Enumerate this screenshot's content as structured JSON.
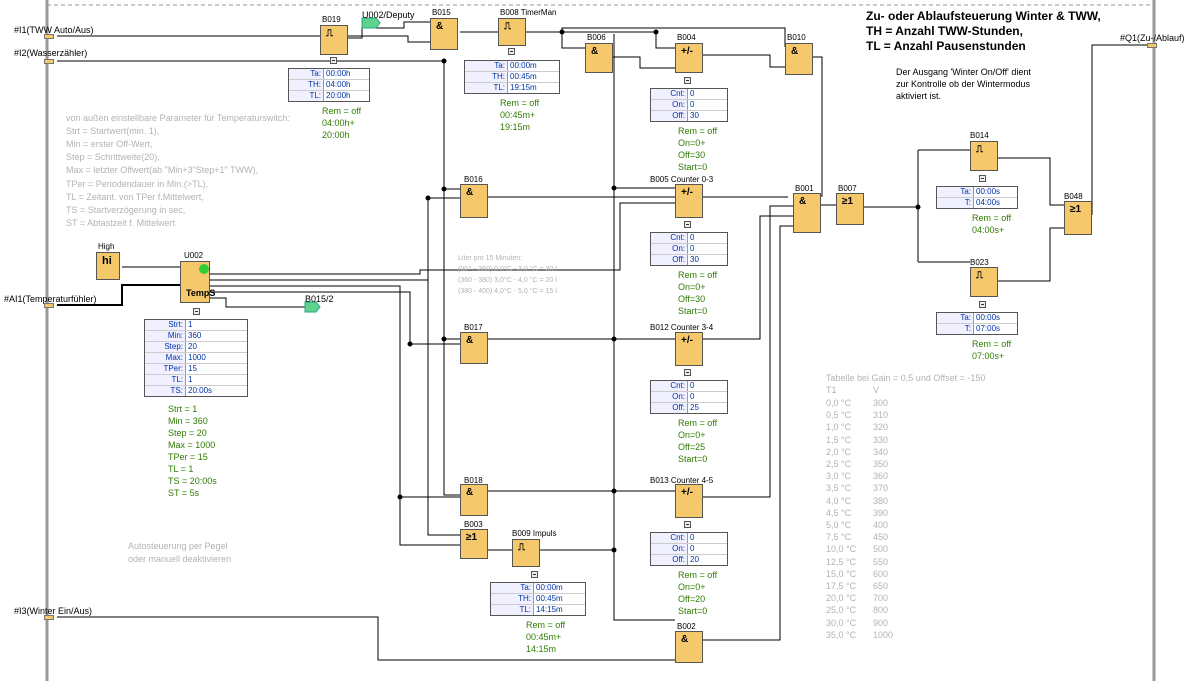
{
  "title": {
    "line1": "Zu- oder Ablaufsteuerung Winter & TWW,",
    "line2": "TH = Anzahl TWW-Stunden,",
    "line3": "TL = Anzahl Pausenstunden"
  },
  "note": {
    "line1": "Der Ausgang 'Winter On/Off' dient",
    "line2": "zur Kontrolle ob der Wintermodus",
    "line3": "aktiviert ist."
  },
  "inputs": {
    "i1": "#I1(TWW Auto/Aus)",
    "i2": "#I2(Wasserzähler)",
    "ai1": "#AI1(Temperaturfühler)",
    "i3": "#I3(Winter Ein/Aus)",
    "q1": "#Q1(Zu-/Ablauf)"
  },
  "blocks": {
    "b019": "B019",
    "u002dep": "U002/Deputy",
    "b015": "B015",
    "b008": "B008 TimerMan",
    "b006": "B006",
    "b004": "B004",
    "b010": "B010",
    "b016": "B016",
    "b005": "B005 Counter 0-3",
    "b001": "B001",
    "b007": "B007",
    "b014": "B014",
    "b048": "B048",
    "b023": "B023",
    "high": "High",
    "hi": "hi",
    "u002": "U002",
    "temps": "TempS",
    "b015_2": "B015/2",
    "b017": "B017",
    "b012": "B012 Counter 3-4",
    "b018": "B018",
    "b013": "B013 Counter 4-5",
    "b003": "B003",
    "b009": "B009 Impuls",
    "b002": "B002"
  },
  "params_text": {
    "header": "von außen einstellbare Parameter für Temperaturswitch:",
    "l1": "Strt = Startwert(min. 1),",
    "l2": "Min  = erster Off-Wert,",
    "l3": "Step = Schrittweite(20),",
    "l4": "Max  = letzter Offwert(ab \"Min+3\"Step+1\" TWW),",
    "l5": "TPer = Periodendauer in Min.(>TL),",
    "l6": "TL   = Zeitant. von TPer f.Mittelwert,",
    "l7": "TS   = Startverzögerung in sec,",
    "l8": "ST   = Abtastzeit f. Mittelwert"
  },
  "liter_text": {
    "l1": "Liter pro 15 Minuten:",
    "l2": "(001 - 360) 0,0°C - 3,0 °C =  30 l",
    "l3": "(360 - 380) 3,0°C - 4,0 °C =  20 l",
    "l4": "(380 - 400) 4,0°C - 5,0 °C =  15 l"
  },
  "auto_text": {
    "l1": "Autosteuerung per Pegel",
    "l2": "oder manuell deaktivieren"
  },
  "b019_params": [
    {
      "k": "Ta:",
      "v": "00:00h"
    },
    {
      "k": "TH:",
      "v": "04:00h"
    },
    {
      "k": "TL:",
      "v": "20:00h"
    }
  ],
  "b019_status": {
    "l1": "Rem = off",
    "l2": "04:00h+",
    "l3": "20:00h"
  },
  "b008_params": [
    {
      "k": "Ta:",
      "v": "00:00m"
    },
    {
      "k": "TH:",
      "v": "00:45m"
    },
    {
      "k": "TL:",
      "v": "19:15m"
    }
  ],
  "b008_status": {
    "l1": "Rem = off",
    "l2": "00:45m+",
    "l3": "19:15m"
  },
  "b004_params": [
    {
      "k": "Cnt:",
      "v": "0"
    },
    {
      "k": "On:",
      "v": "0"
    },
    {
      "k": "Off:",
      "v": "30"
    }
  ],
  "b004_status": {
    "l1": "Rem = off",
    "l2": "On=0+",
    "l3": "Off=30",
    "l4": "Start=0"
  },
  "b005_params": [
    {
      "k": "Cnt:",
      "v": "0"
    },
    {
      "k": "On:",
      "v": "0"
    },
    {
      "k": "Off:",
      "v": "30"
    }
  ],
  "b005_status": {
    "l1": "Rem = off",
    "l2": "On=0+",
    "l3": "Off=30",
    "l4": "Start=0"
  },
  "b012_params": [
    {
      "k": "Cnt:",
      "v": "0"
    },
    {
      "k": "On:",
      "v": "0"
    },
    {
      "k": "Off:",
      "v": "25"
    }
  ],
  "b012_status": {
    "l1": "Rem = off",
    "l2": "On=0+",
    "l3": "Off=25",
    "l4": "Start=0"
  },
  "b013_params": [
    {
      "k": "Cnt:",
      "v": "0"
    },
    {
      "k": "On:",
      "v": "0"
    },
    {
      "k": "Off:",
      "v": "20"
    }
  ],
  "b013_status": {
    "l1": "Rem = off",
    "l2": "On=0+",
    "l3": "Off=20",
    "l4": "Start=0"
  },
  "b009_params": [
    {
      "k": "Ta:",
      "v": "00:00m"
    },
    {
      "k": "TH:",
      "v": "00:45m"
    },
    {
      "k": "TL:",
      "v": "14:15m"
    }
  ],
  "b009_status": {
    "l1": "Rem = off",
    "l2": "00:45m+",
    "l3": "14:15m"
  },
  "b014_params": [
    {
      "k": "Ta:",
      "v": "00:00s"
    },
    {
      "k": "T:",
      "v": "04:00s"
    }
  ],
  "b014_status": {
    "l1": "Rem = off",
    "l2": "04:00s+"
  },
  "b023_params": [
    {
      "k": "Ta:",
      "v": "00:00s"
    },
    {
      "k": "T:",
      "v": "07:00s"
    }
  ],
  "b023_status": {
    "l1": "Rem = off",
    "l2": "07:00s+"
  },
  "u002_params": [
    {
      "k": "Strt:",
      "v": "1"
    },
    {
      "k": "Min:",
      "v": "360"
    },
    {
      "k": "Step:",
      "v": "20"
    },
    {
      "k": "Max:",
      "v": "1000"
    },
    {
      "k": "TPer:",
      "v": "15"
    },
    {
      "k": "TL:",
      "v": "1"
    },
    {
      "k": "TS:",
      "v": "20:00s"
    }
  ],
  "u002_status": [
    "Strt =      1",
    "Min =     360",
    "Step =      20",
    "Max =    1000",
    "TPer =      15",
    "TL =       1",
    "TS = 20:00s",
    "ST =      5s"
  ],
  "gain_table": {
    "title": "Tabelle bei Gain = 0,5 und Offset = -150",
    "h1": "T1",
    "h2": "V",
    "rows": [
      [
        "0,0 °C",
        "300"
      ],
      [
        "0,5 °C",
        "310"
      ],
      [
        "1,0 °C",
        "320"
      ],
      [
        "1,5 °C",
        "330"
      ],
      [
        "2,0 °C",
        "340"
      ],
      [
        "2,5 °C",
        "350"
      ],
      [
        "3,0 °C",
        "360"
      ],
      [
        "3,5 °C",
        "370"
      ],
      [
        "4,0 °C",
        "380"
      ],
      [
        "4,5 °C",
        "390"
      ],
      [
        "5,0 °C",
        "400"
      ],
      [
        "7,5 °C",
        "450"
      ],
      [
        "10,0 °C",
        "500"
      ],
      [
        "12,5 °C",
        "550"
      ],
      [
        "15,0 °C",
        "600"
      ],
      [
        "17,5 °C",
        "650"
      ],
      [
        "20,0 °C",
        "700"
      ],
      [
        "25,0 °C",
        "800"
      ],
      [
        "30,0 °C",
        "900"
      ],
      [
        "35,0 °C",
        "1000"
      ]
    ]
  },
  "colors": {
    "block": "#f5c96b",
    "wire": "#000000",
    "param_text": "#0033aa",
    "status_text": "#2e7d00",
    "gray_text": "#b3b3b3",
    "flag": "#5fd38d"
  }
}
